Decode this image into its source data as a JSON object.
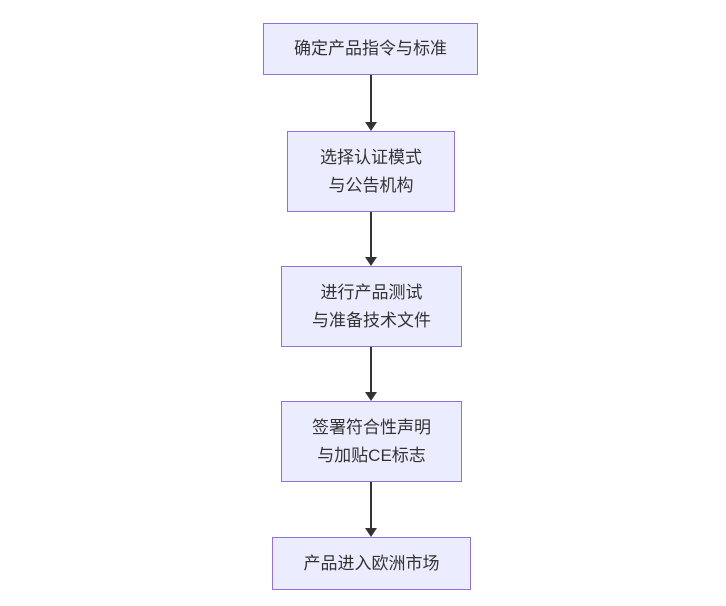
{
  "diagram": {
    "type": "flowchart",
    "direction": "top-down",
    "colors": {
      "node_fill": "#ECECFF",
      "node_border": "#9370DB",
      "text": "#333333",
      "arrow": "#333333",
      "background": "#ffffff"
    },
    "nodes": [
      {
        "id": "step1",
        "label": "确定产品指令与标准"
      },
      {
        "id": "step2",
        "label": "选择认证模式\n与公告机构"
      },
      {
        "id": "step3",
        "label": "进行产品测试\n与准备技术文件"
      },
      {
        "id": "step4",
        "label": "签署符合性声明\n与加贴CE标志"
      },
      {
        "id": "step5",
        "label": "产品进入欧洲市场"
      }
    ],
    "edges": [
      {
        "from": "step1",
        "to": "step2"
      },
      {
        "from": "step2",
        "to": "step3"
      },
      {
        "from": "step3",
        "to": "step4"
      },
      {
        "from": "step4",
        "to": "step5"
      }
    ]
  }
}
